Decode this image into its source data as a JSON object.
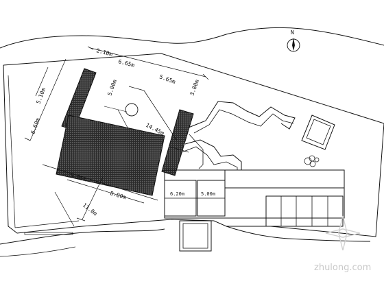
{
  "drawing": {
    "dimensions": {
      "top_a": "6.65m",
      "top_b": "5.65m",
      "left_a": "5.10m",
      "left_b": "6.60m",
      "mid_a": "5.00m",
      "mid_b": "14.45m",
      "bottom_a": "5.85m",
      "bottom_b": "8.80m",
      "bottom_c": "11.0m",
      "small_a": "2.10m",
      "small_b": "3.80m"
    },
    "rooms": {
      "left": "6.20m",
      "right": "5.00m"
    },
    "north_symbol": "N",
    "watermark": "zhulong.com"
  },
  "colors": {
    "line": "#111111",
    "hatch": "#1c1c1c",
    "background": "#ffffff"
  }
}
